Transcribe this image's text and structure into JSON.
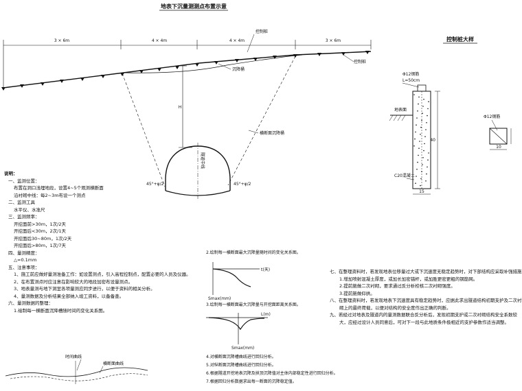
{
  "main_title": "地表下沉量测测点布置示意",
  "detail_title": "控制桩大样",
  "top_labels": {
    "seg1": "3 × 6m",
    "seg2": "4 × 4m",
    "seg3": "4 × 4m",
    "seg4": "3 × 6m",
    "control_pile_1": "控制桩",
    "control_pile_2": "控制桩",
    "settlement_point": "沉降桶",
    "depth_mark": "H",
    "tunnel_label": "隧道中线",
    "influence_line": "横断面沉降桶",
    "angle_left": "45°+φ/2",
    "angle_right": "45°+φ/2"
  },
  "detail_labels": {
    "rebar_top": "Φ12钢筋",
    "rebar_len": "L=50cm",
    "ground": "地表面",
    "dim_h": "40",
    "dim_w": "15",
    "concrete": "C20混凝土",
    "rebar_right": "Φ12钢筋",
    "dim_box": "10"
  },
  "notes_left": [
    {
      "text": "说明：",
      "bold": true,
      "indent": 0
    },
    {
      "text": "一、监测位置：",
      "bold": false,
      "indent": 1
    },
    {
      "text": "布置在洞口浅埋地段，设置4~5个观测横断面",
      "bold": false,
      "indent": 2
    },
    {
      "text": "沿衬砌中线：每2~3m布设一个测点",
      "bold": false,
      "indent": 2
    },
    {
      "text": "二、监测工具",
      "bold": false,
      "indent": 1
    },
    {
      "text": "水平仪、水准尺",
      "bold": false,
      "indent": 2
    },
    {
      "text": "三、监测频率：",
      "bold": false,
      "indent": 1
    },
    {
      "text": "开挖面前>30m，1次/2天",
      "bold": false,
      "indent": 2
    },
    {
      "text": "开挖面后<30m，2次/1天",
      "bold": false,
      "indent": 2
    },
    {
      "text": "开挖面后30~80m，1次/2天",
      "bold": false,
      "indent": 2
    },
    {
      "text": "开挖面后>80m，1次/7天",
      "bold": false,
      "indent": 2
    },
    {
      "text": "四、量测精度：",
      "bold": false,
      "indent": 1
    },
    {
      "text": "△=0.1mm",
      "bold": false,
      "indent": 2
    },
    {
      "text": "五、注意事项：",
      "bold": false,
      "indent": 1
    },
    {
      "text": "1、施工前应做好量测准备工作：如设置测点，引入高程控制点，配置必要的人员及仪器。",
      "bold": false,
      "indent": 2
    },
    {
      "text": "2、在布置测点时应注意在影响较大的地段加密布设量测点。",
      "bold": false,
      "indent": 2
    },
    {
      "text": "3、地表量测与地下洞室各项量测应同步进行，以便于资料的相关分析。",
      "bold": false,
      "indent": 2
    },
    {
      "text": "4、量测数据及分析结果全部纳入竣工资料，以备备查。",
      "bold": false,
      "indent": 2
    },
    {
      "text": "六、量测数据的整理：",
      "bold": false,
      "indent": 1
    },
    {
      "text": "1.绘制每一横断面沉降槽随时间的变化关系图。",
      "bold": false,
      "indent": 2
    }
  ],
  "notes_mid": {
    "item2": "2.绘制每一横断面最大沉降量随时间的变化关系图。",
    "item3": "3.绘制每一横断面最大沉降量与开挖面距离关系图。",
    "graph1_x": "t(天)",
    "graph1_y": "Smax(mm)",
    "graph2_x": "L(m)",
    "graph2_y": "Smax(mm)",
    "item4": "4.对横断面沉降槽曲线进行回归分析。",
    "item5": "5.对纵断面沉降槽曲线进行回归分析。",
    "item6": "6.根据隧道开挖地表沉降及拱顶沉降值对主体内部稳定性进行回归分析。",
    "item7": "7.根据回归分析数据求出每一断面的沉降稳定值。",
    "sketch_label1": "时间曲线",
    "sketch_label2": "横断面曲线"
  },
  "notes_right": [
    "七、在整理资料时，若发现地表位移量过大或下沉速度无稳定趋势时，对下部结构应采取补强措施",
    "1.增加喷射混凝土厚度，或加长加密锚杆，或加胜更密更粗的钢筋网。",
    "2.提前施做二次衬砌，要求通过反分析校核二次衬砌强度。",
    "3.提前施做仰拱。",
    "八、在整理资料时，若发现地表下沉速度具有稳定趋势时，应据此求出隧道结构初期支护及二次衬",
    "砌上的最终荷载，以便对结构的安全度作出正确的判断。",
    "九、若经过对地表及隧道内的量测数据联合反分析后，发现初期支护或二次衬砌结构安全系数较",
    "大，应经过设计人员同意后，可对下一段与此地质条件极相近的支护参数作适当调整。"
  ]
}
